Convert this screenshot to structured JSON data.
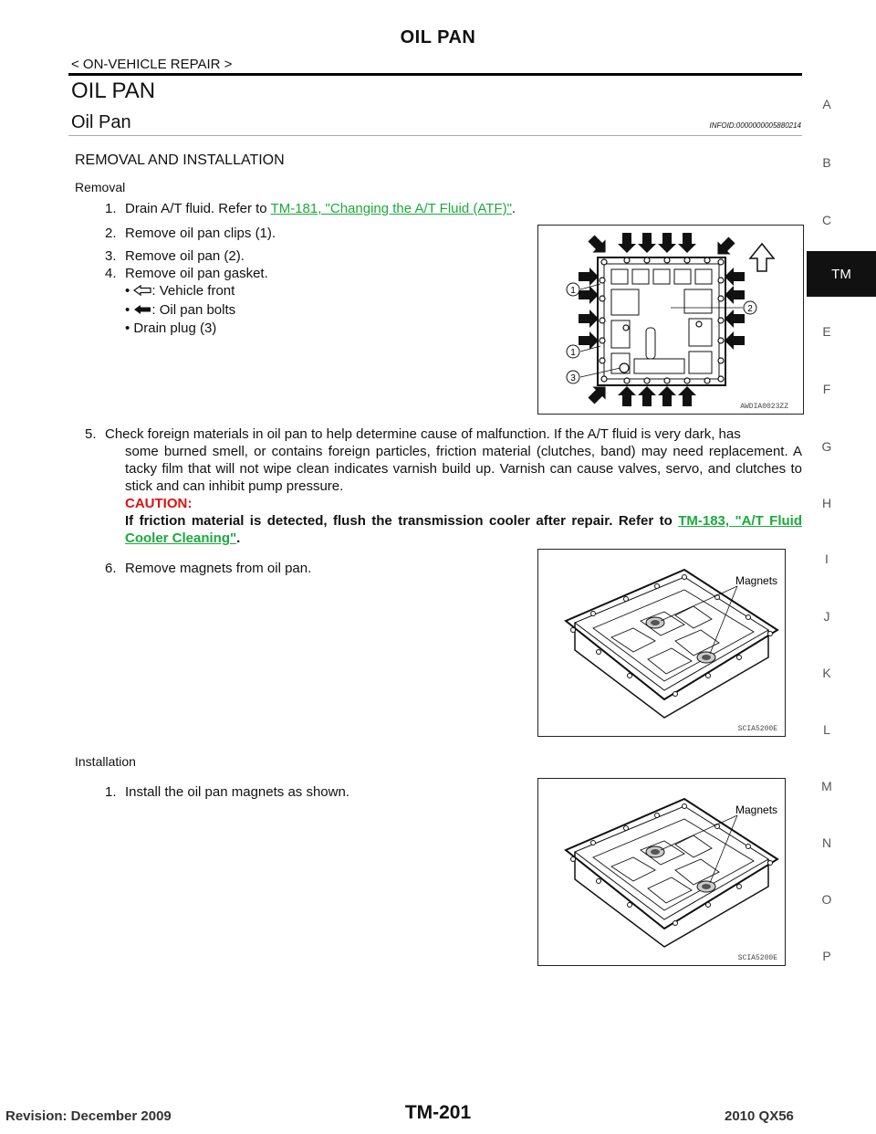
{
  "header": {
    "title": "OIL PAN",
    "section_path": "< ON-VEHICLE REPAIR >"
  },
  "content": {
    "main_title": "OIL PAN",
    "sub_title": "Oil Pan",
    "info_id": "INFOID:0000000005880214",
    "section_heading": "REMOVAL AND INSTALLATION",
    "removal_label": "Removal",
    "removal_steps": [
      {
        "num": "1.",
        "text": "Drain A/T fluid. Refer to ",
        "link": "TM-181, \"Changing the A/T Fluid (ATF)\"",
        "after": "."
      },
      {
        "num": "2.",
        "text": "Remove oil pan clips (1)."
      },
      {
        "num": "3.",
        "text": "Remove oil pan (2)."
      },
      {
        "num": "4.",
        "text": "Remove oil pan gasket."
      }
    ],
    "bullets": [
      {
        "text": ": Vehicle front"
      },
      {
        "text": ": Oil pan bolts"
      },
      {
        "text": "Drain plug (3)"
      }
    ],
    "step5": {
      "num": "5.",
      "line1": "Check foreign materials in oil pan to help determine cause of malfunction. If the A/T fluid is very dark, has",
      "rest": "some burned smell, or contains foreign particles, friction material (clutches, band) may need replacement. A tacky film that will not wipe clean indicates varnish build up. Varnish can cause valves, servo, and clutches to stick and can inhibit pump pressure.",
      "caution_label": "CAUTION:",
      "caution_text": "If friction material is detected, flush the transmission cooler after repair. Refer to ",
      "caution_link": "TM-183, \"A/T Fluid Cooler Cleaning\"",
      "caution_after": "."
    },
    "step6": {
      "num": "6.",
      "text": "Remove magnets from oil pan."
    },
    "installation_label": "Installation",
    "install_step1": {
      "num": "1.",
      "text": "Install the oil pan magnets as shown."
    }
  },
  "figures": {
    "fig1": {
      "code": "AWDIA0023ZZ",
      "callouts": [
        "1",
        "2",
        "1",
        "3"
      ]
    },
    "fig2": {
      "code": "SCIA5200E",
      "label": "Magnets"
    },
    "fig3": {
      "code": "SCIA5200E",
      "label": "Magnets"
    }
  },
  "side_tabs": {
    "letters": [
      "A",
      "B",
      "C",
      "E",
      "F",
      "G",
      "H",
      "I",
      "J",
      "K",
      "L",
      "M",
      "N",
      "O",
      "P"
    ],
    "active": "TM"
  },
  "footer": {
    "revision": "Revision: December 2009",
    "page": "TM-201",
    "model": "2010 QX56"
  }
}
